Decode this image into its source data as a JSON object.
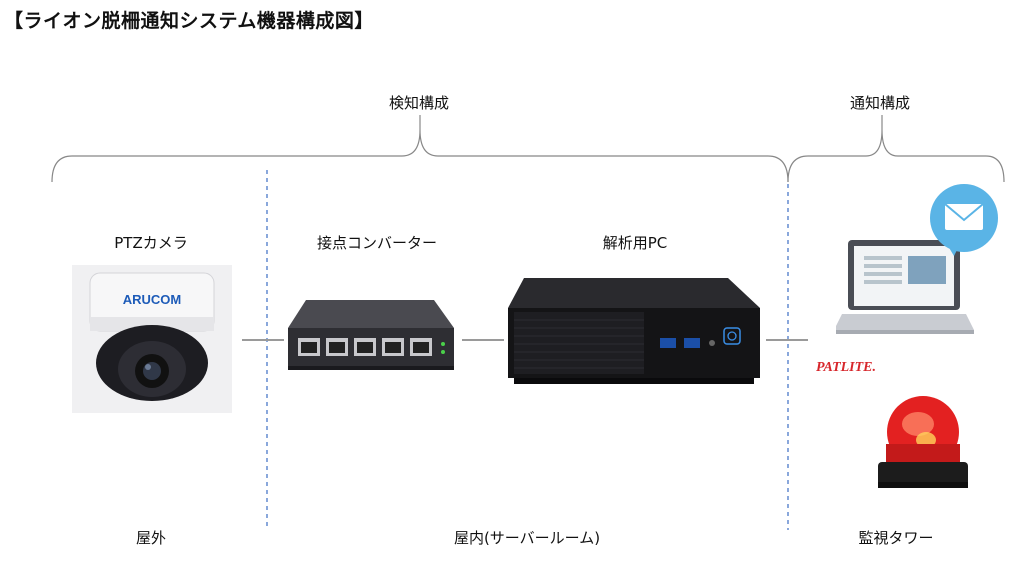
{
  "title": "【ライオン脱柵通知システム機器構成図】",
  "groups": {
    "detection": "検知構成",
    "notification": "通知構成"
  },
  "devices": {
    "camera": "PTZカメラ",
    "converter": "接点コンバーター",
    "pc": "解析用PC",
    "camera_brand": "ARUCOM",
    "patlite_brand": "PATLITE."
  },
  "zones": {
    "outdoor": "屋外",
    "indoor": "屋内(サーバールーム)",
    "tower": "監視タワー"
  },
  "colors": {
    "divider": "#4a78c8",
    "bracket": "#888888",
    "connector": "#9a9a9a",
    "mail_bubble": "#5ab4e6",
    "patlite_red": "#e32121"
  }
}
